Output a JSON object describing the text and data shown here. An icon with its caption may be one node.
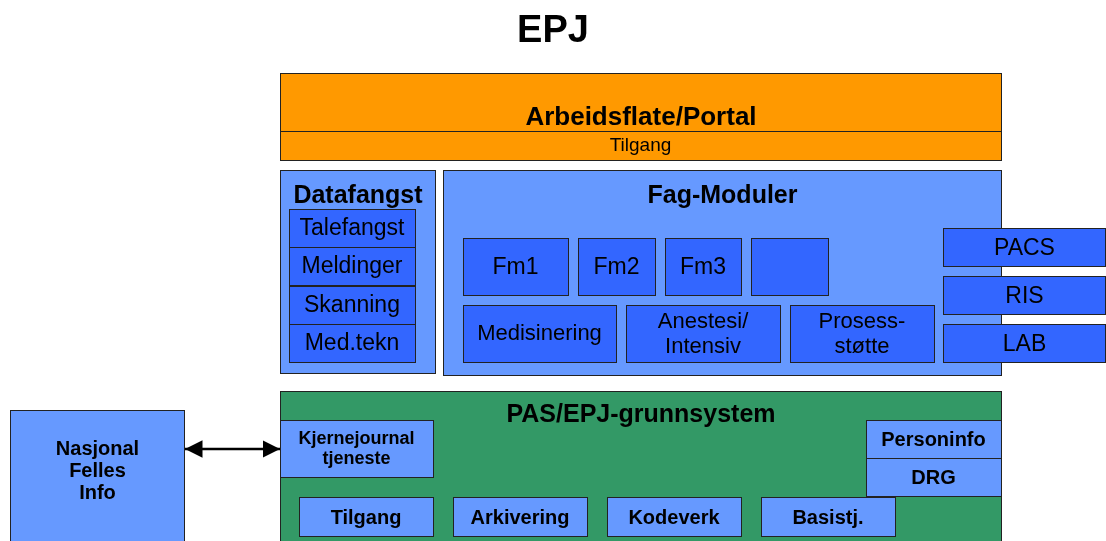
{
  "diagram": {
    "title": "EPJ",
    "nodes": [
      {
        "text": [
          "Arbeidsflate/Portal"
        ]
      },
      {
        "text": [
          "Tilgang"
        ],
        "in": 0
      },
      {
        "text": [
          "Datafangst"
        ]
      },
      {
        "text": [
          "Talefangst"
        ],
        "in": 2
      },
      {
        "text": [
          "Meldinger"
        ],
        "in": 2
      },
      {
        "text": [
          "Skanning"
        ],
        "in": 2
      },
      {
        "text": [
          "Med.tekn"
        ],
        "in": 2
      },
      {
        "text": [
          "Fag-Moduler"
        ]
      },
      {
        "text": [
          "Fm1"
        ],
        "in": 7
      },
      {
        "text": [
          "Fm2"
        ],
        "in": 7
      },
      {
        "text": [
          "Fm3"
        ],
        "in": 7
      },
      {
        "text": [],
        "shape": "box",
        "in": 7
      },
      {
        "text": [
          "Medisinering"
        ],
        "in": 7
      },
      {
        "text": [
          "Anestesi/ Intensiv"
        ],
        "in": 7
      },
      {
        "text": [
          "Prosess- støtte"
        ],
        "in": 7
      },
      {
        "text": [
          "PACS"
        ]
      },
      {
        "text": [
          "RIS"
        ]
      },
      {
        "text": [
          "LAB"
        ]
      },
      {
        "text": [
          "Nasjonal Felles Info"
        ]
      },
      {
        "text": [
          "PAS/EPJ-grunnsystem"
        ]
      },
      {
        "text": [
          "Kjernejournal tjeneste"
        ],
        "in": 19
      },
      {
        "text": [
          "Personinfo"
        ],
        "in": 19
      },
      {
        "text": [
          "DRG"
        ],
        "in": 19
      },
      {
        "text": [
          "Tilgang"
        ],
        "in": 19
      },
      {
        "text": [
          "Arkivering"
        ],
        "in": 19
      },
      {
        "text": [
          "Kodeverk"
        ],
        "in": 19
      },
      {
        "text": [
          "Basistj."
        ],
        "in": 19
      }
    ],
    "edges": [
      {
        "from": 18,
        "to": 20,
        "arrow": "both"
      }
    ]
  }
}
